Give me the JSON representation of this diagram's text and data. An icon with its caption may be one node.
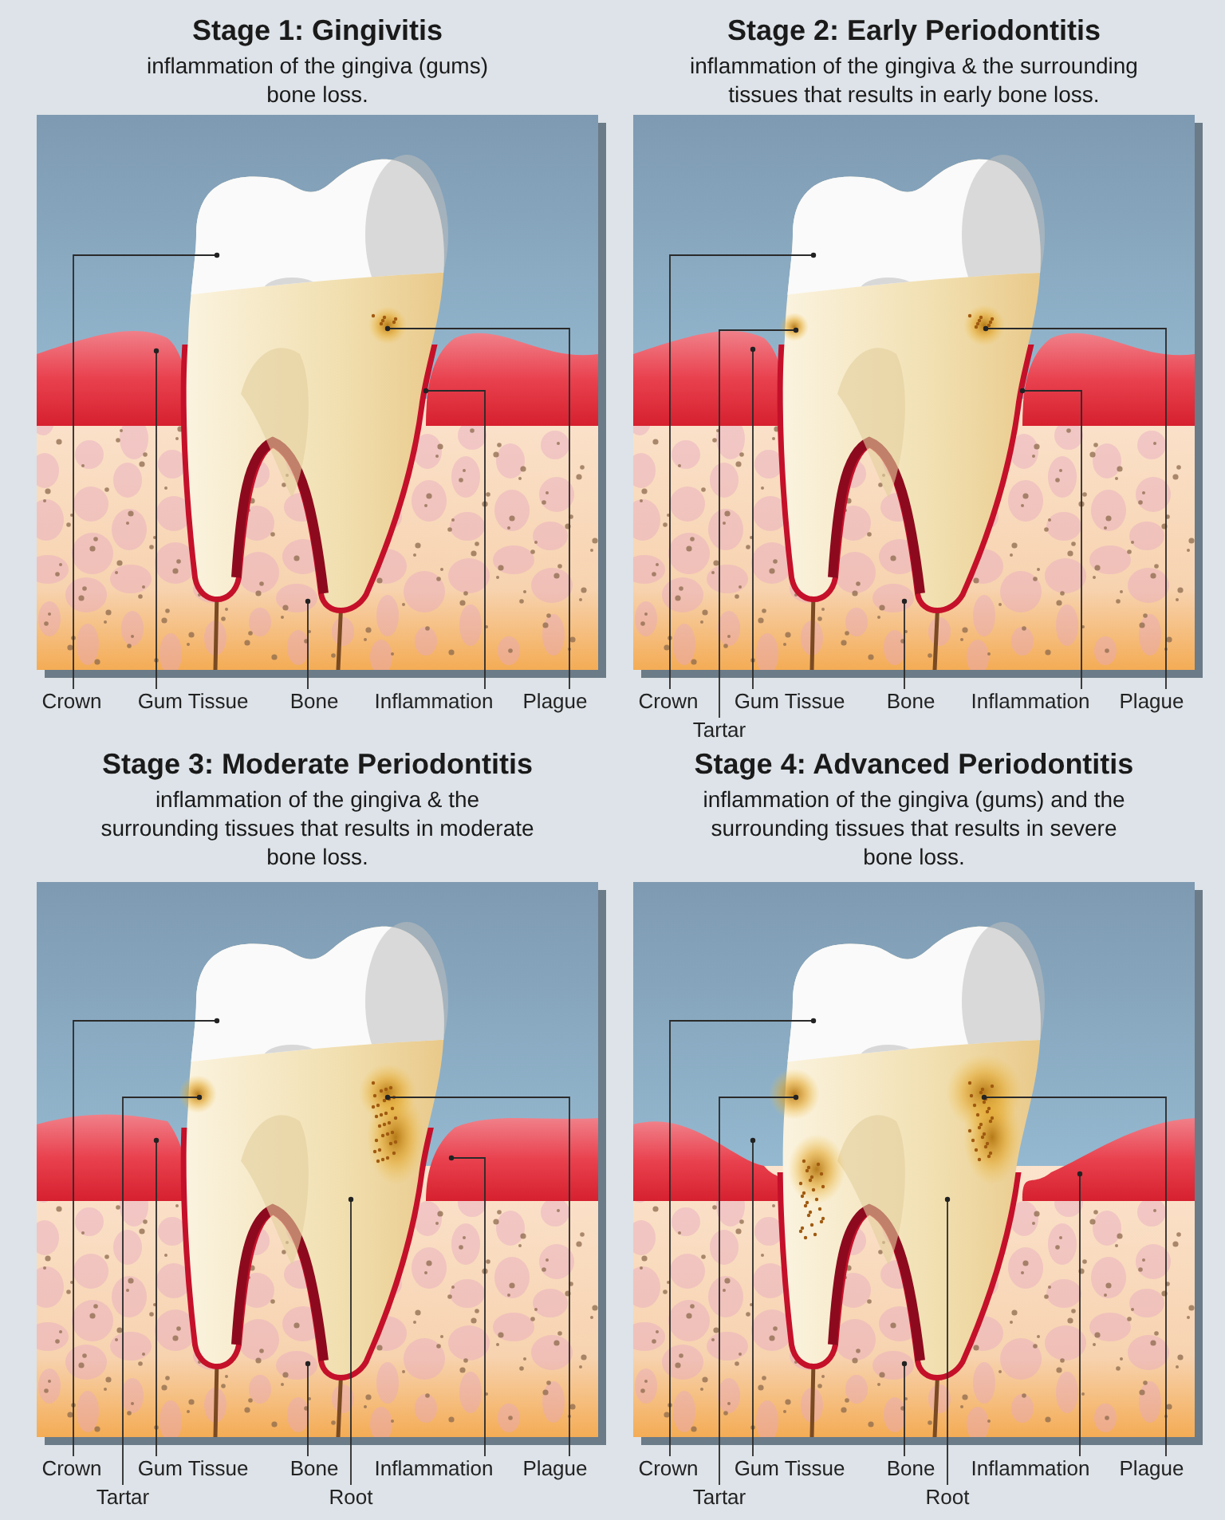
{
  "diagram": {
    "nodes": [
      {
        "text": [
          "Stage 1: Gingivitis",
          "inflammation of the gingiva (gums) bone loss."
        ]
      },
      {
        "text": [
          "Crown"
        ]
      },
      {
        "text": [
          "Gum Tissue"
        ]
      },
      {
        "text": [
          "Bone"
        ]
      },
      {
        "text": [
          "Inflammation"
        ]
      },
      {
        "text": [
          "Plague"
        ]
      },
      {
        "text": [
          "Stage 2: Early Periodontitis",
          "inflammation of the gingiva & the surrounding tissues that results in early bone loss."
        ]
      },
      {
        "text": [
          "Crown"
        ]
      },
      {
        "text": [
          "Gum Tissue"
        ]
      },
      {
        "text": [
          "Bone"
        ]
      },
      {
        "text": [
          "Inflammation"
        ]
      },
      {
        "text": [
          "Plague"
        ]
      },
      {
        "text": [
          "Tartar"
        ]
      },
      {
        "text": [
          "Stage 3: Moderate Periodontitis",
          "inflammation of the gingiva & the surrounding tissues that results in moderate bone loss."
        ]
      },
      {
        "text": [
          "Crown"
        ]
      },
      {
        "text": [
          "Gum Tissue"
        ]
      },
      {
        "text": [
          "Bone"
        ]
      },
      {
        "text": [
          "Inflammation"
        ]
      },
      {
        "text": [
          "Plague"
        ]
      },
      {
        "text": [
          "Tartar"
        ]
      },
      {
        "text": [
          "Root"
        ]
      },
      {
        "text": [
          "Stage 4: Advanced Periodontitis",
          "inflammation of the gingiva (gums) and the surrounding tissues that results in severe bone loss."
        ]
      },
      {
        "text": [
          "Crown"
        ]
      },
      {
        "text": [
          "Gum Tissue"
        ]
      },
      {
        "text": [
          "Bone"
        ]
      },
      {
        "text": [
          "Inflammation"
        ]
      },
      {
        "text": [
          "Plague"
        ]
      },
      {
        "text": [
          "Tartar"
        ]
      },
      {
        "text": [
          "Root"
        ]
      }
    ],
    "edges": [
      {
        "from": 1,
        "to": 0,
        "arrow": "other"
      },
      {
        "from": 2,
        "to": 0,
        "arrow": "other"
      },
      {
        "from": 3,
        "to": 0,
        "arrow": "other"
      },
      {
        "from": 4,
        "to": 0,
        "arrow": "other"
      },
      {
        "from": 5,
        "to": 0,
        "arrow": "other"
      },
      {
        "from": 7,
        "to": 6,
        "arrow": "other"
      },
      {
        "from": 8,
        "to": 6,
        "arrow": "other"
      },
      {
        "from": 9,
        "to": 6,
        "arrow": "other"
      },
      {
        "from": 10,
        "to": 6,
        "arrow": "other"
      },
      {
        "from": 11,
        "to": 6,
        "arrow": "other"
      },
      {
        "from": 12,
        "to": 6,
        "arrow": "other"
      },
      {
        "from": 14,
        "to": 13,
        "arrow": "other"
      },
      {
        "from": 15,
        "to": 13,
        "arrow": "other"
      },
      {
        "from": 16,
        "to": 13,
        "arrow": "other"
      },
      {
        "from": 17,
        "to": 13,
        "arrow": "other"
      },
      {
        "from": 18,
        "to": 13,
        "arrow": "other"
      },
      {
        "from": 19,
        "to": 13,
        "arrow": "other"
      },
      {
        "from": 20,
        "to": 13,
        "arrow": "other"
      },
      {
        "from": 22,
        "to": 21,
        "arrow": "other"
      },
      {
        "from": 23,
        "to": 21,
        "arrow": "other"
      },
      {
        "from": 24,
        "to": 21,
        "arrow": "other"
      },
      {
        "from": 25,
        "to": 21,
        "arrow": "other"
      },
      {
        "from": 26,
        "to": 21,
        "arrow": "other"
      },
      {
        "from": 27,
        "to": 21,
        "arrow": "other"
      },
      {
        "from": 28,
        "to": 21,
        "arrow": "other"
      }
    ]
  }
}
